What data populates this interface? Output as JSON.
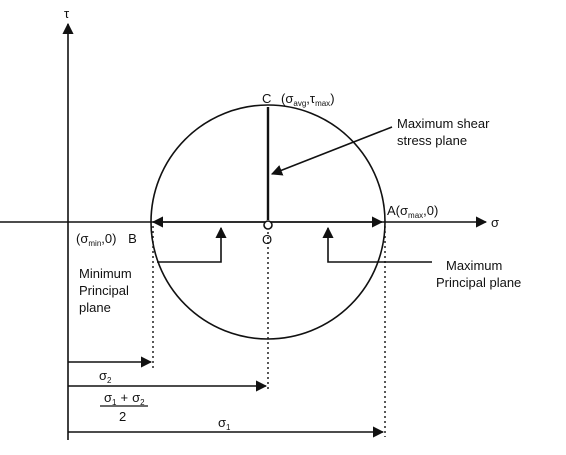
{
  "axes": {
    "tau": "τ",
    "sigma": "σ"
  },
  "points": {
    "C": {
      "letter": "C",
      "sym1": "σ",
      "sub1": "avg",
      "sym2": "τ",
      "sub2": "max"
    },
    "A": {
      "letter": "A",
      "sym": "σ",
      "sub": "max",
      "val": "0"
    },
    "B": {
      "letter": "B",
      "sym": "σ",
      "sub": "min",
      "val": "0"
    },
    "O": "O"
  },
  "labels": {
    "max_shear": [
      "Maximum shear",
      "stress plane"
    ],
    "min_principal": [
      "Minimum",
      "Principal",
      "plane"
    ],
    "max_principal": [
      "Maximum",
      "Principal plane"
    ]
  },
  "dims": {
    "sigma2": {
      "sym": "σ",
      "sub": "2"
    },
    "avg": {
      "s1": "σ",
      "sub1": "1",
      "plus": "+",
      "s2": "σ",
      "sub2": "2",
      "den": "2"
    },
    "sigma1": {
      "sym": "σ",
      "sub": "1"
    }
  }
}
